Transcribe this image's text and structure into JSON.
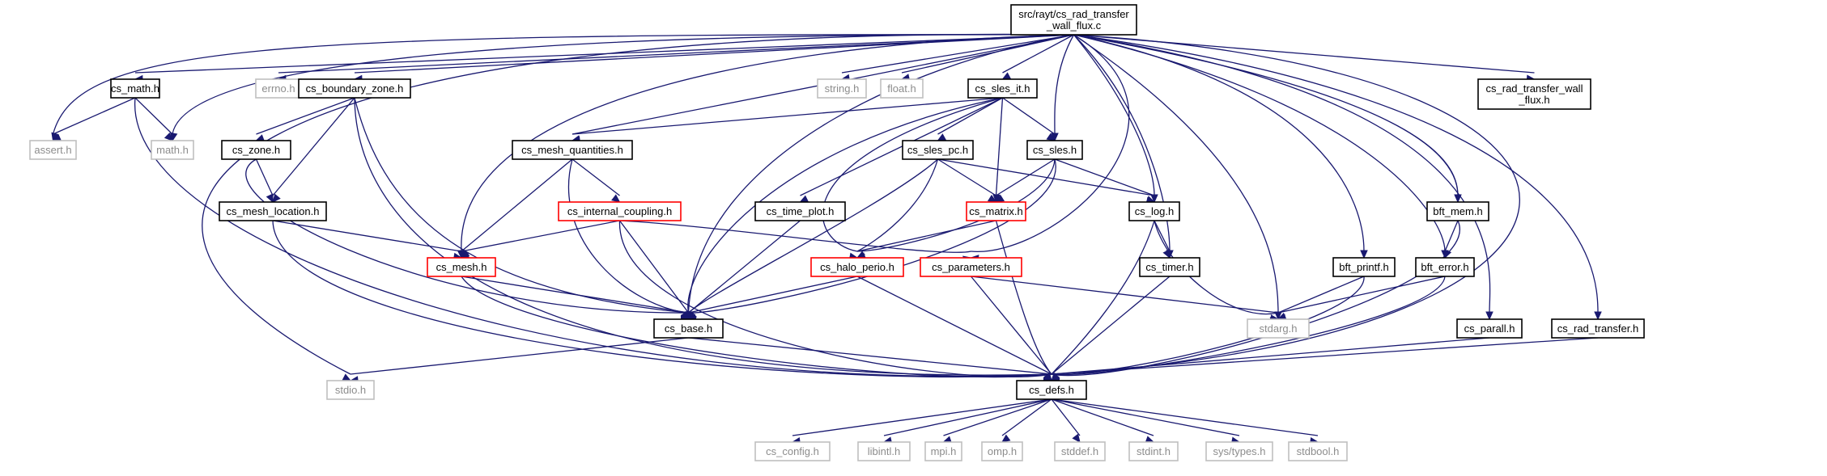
{
  "graph": {
    "root_title_line1": "src/rayt/cs_rad_transfer",
    "root_title_line2": "_wall_flux.c",
    "colors": {
      "edge": "#191970",
      "root_fill": "#bfbfbf",
      "documented_border": "#000000",
      "undocumented_border": "#ff0000",
      "system_border": "#bfbfbf",
      "system_text": "#8c8c8c",
      "text": "#000000"
    },
    "nodes": {
      "root": "src/rayt/cs_rad_transfer _wall_flux.c",
      "cs_math": "cs_math.h",
      "errno": "errno.h",
      "cs_boundary_zone": "cs_boundary_zone.h",
      "string": "string.h",
      "float": "float.h",
      "cs_sles_it": "cs_sles_it.h",
      "cs_rad_wall": "cs_rad_transfer_wall _flux.h",
      "assert": "assert.h",
      "math": "math.h",
      "cs_zone": "cs_zone.h",
      "cs_mesh_quantities": "cs_mesh_quantities.h",
      "cs_sles_pc": "cs_sles_pc.h",
      "cs_sles": "cs_sles.h",
      "cs_mesh_location": "cs_mesh_location.h",
      "cs_internal_coupling": "cs_internal_coupling.h",
      "cs_time_plot": "cs_time_plot.h",
      "cs_matrix": "cs_matrix.h",
      "cs_log": "cs_log.h",
      "bft_mem": "bft_mem.h",
      "cs_mesh": "cs_mesh.h",
      "cs_halo_perio": "cs_halo_perio.h",
      "cs_parameters": "cs_parameters.h",
      "cs_timer": "cs_timer.h",
      "bft_printf": "bft_printf.h",
      "bft_error": "bft_error.h",
      "cs_base": "cs_base.h",
      "stdarg": "stdarg.h",
      "cs_parall": "cs_parall.h",
      "cs_rad_transfer": "cs_rad_transfer.h",
      "stdio": "stdio.h",
      "cs_defs": "cs_defs.h",
      "cs_config": "cs_config.h",
      "libintl": "libintl.h",
      "mpi": "mpi.h",
      "omp": "omp.h",
      "stddef": "stddef.h",
      "stdint": "stdint.h",
      "systypes": "sys/types.h",
      "stdbool": "stdbool.h"
    }
  }
}
